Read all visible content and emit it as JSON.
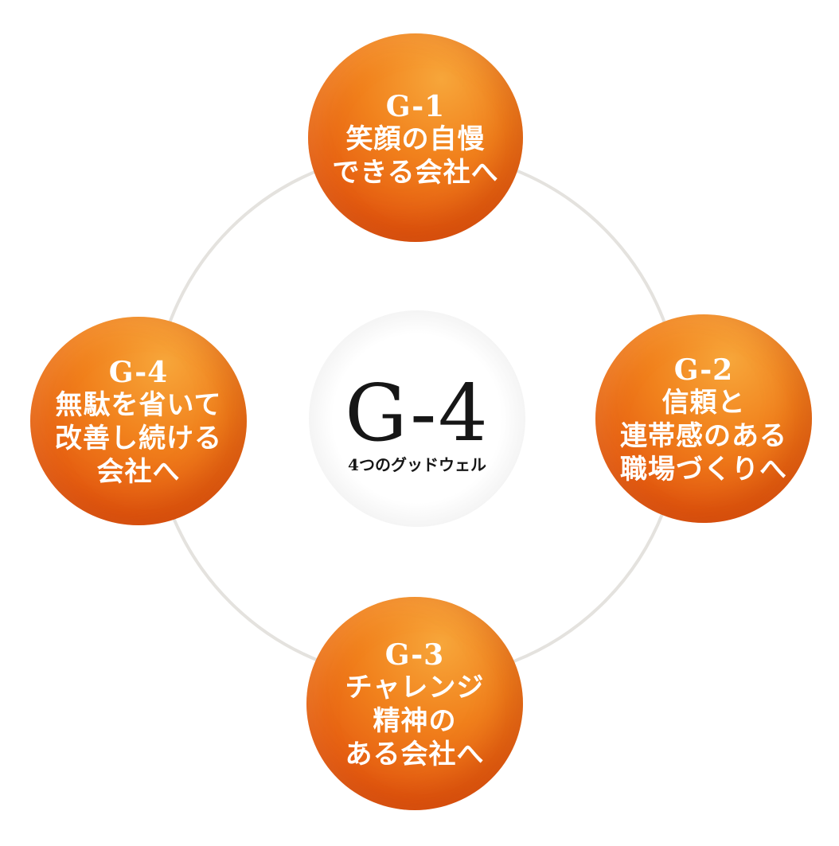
{
  "center": {
    "title": "G-4",
    "subtitle": "4つのグッドウェル"
  },
  "goals": [
    {
      "code": "G-1",
      "lines": [
        "笑顔の自慢",
        "できる会社へ"
      ]
    },
    {
      "code": "G-2",
      "lines": [
        "信頼と",
        "連帯感のある",
        "職場づくりへ"
      ]
    },
    {
      "code": "G-3",
      "lines": [
        "チャレンジ",
        "精神の",
        "ある会社へ"
      ]
    },
    {
      "code": "G-4",
      "lines": [
        "無駄を省いて",
        "改善し続ける",
        "会社へ"
      ]
    }
  ],
  "colors": {
    "goal_fill": "#f1811c",
    "goal_text": "#ffffff",
    "ring": "#e4e2de",
    "center_text": "#161616"
  }
}
